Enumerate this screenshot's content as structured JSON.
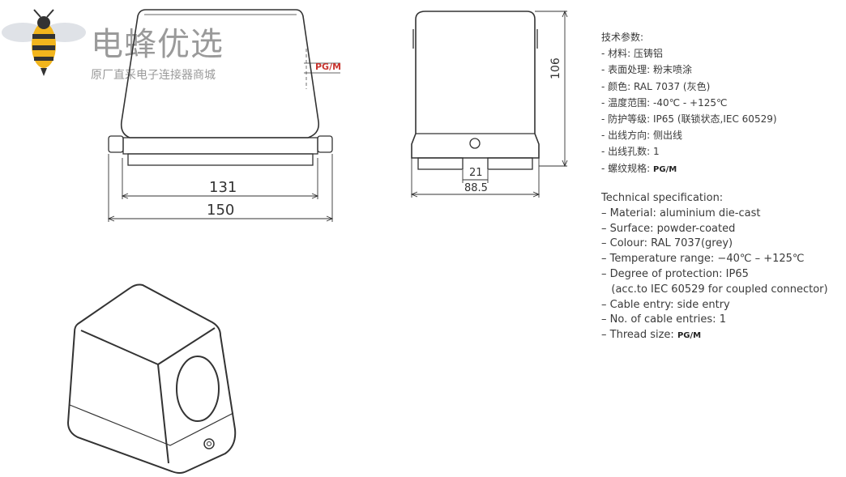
{
  "logo": {
    "title": "电蜂优选",
    "subtitle": "原厂直采电子连接器商城"
  },
  "labels": {
    "pg_callout": "PG/M",
    "dim_131": "131",
    "dim_150": "150",
    "dim_106": "106",
    "dim_21": "21",
    "dim_88_5": "88.5"
  },
  "spec_cn": {
    "heading": "技术参数:",
    "items": [
      "- 材料: 压铸铝",
      "- 表面处理: 粉末喷涂",
      "- 颜色: RAL 7037 (灰色)",
      "- 温度范围: -40℃ - +125℃",
      "- 防护等级: IP65 (联锁状态,IEC 60529)",
      "- 出线方向: 侧出线",
      "- 出线孔数: 1"
    ],
    "thread_prefix": "- 螺纹规格:",
    "thread_value": "PG/M"
  },
  "spec_en": {
    "heading": "Technical specification:",
    "items": [
      "– Material: aluminium die-cast",
      "– Surface: powder-coated",
      "– Colour: RAL 7037(grey)",
      "– Temperature range: −40℃ – +125℃",
      "– Degree of protection: IP65",
      "   (acc.to IEC 60529 for coupled connector)",
      "– Cable entry: side entry",
      "– No. of cable entries: 1"
    ],
    "thread_prefix": "– Thread size:",
    "thread_value": "PG/M"
  },
  "colors": {
    "line": "#333333",
    "logo_gray": "#9a9a9a",
    "bee_yellow": "#f2b51d",
    "callout_red": "#c8342f"
  }
}
